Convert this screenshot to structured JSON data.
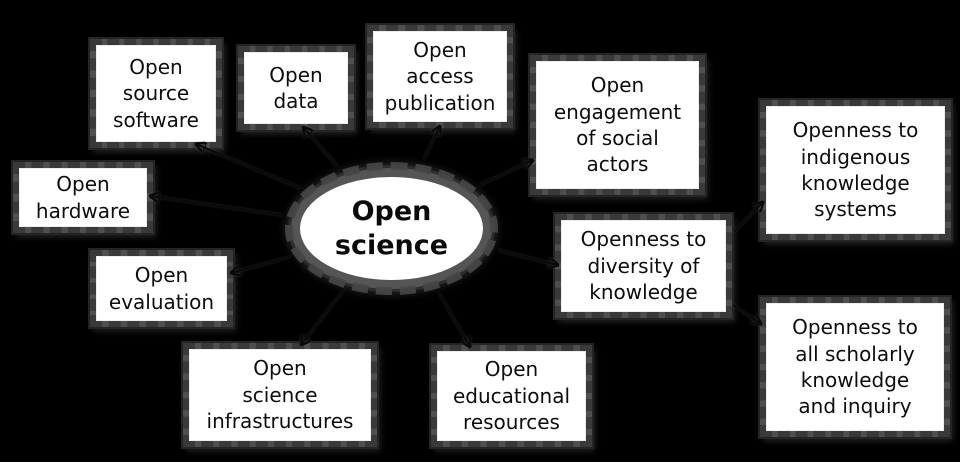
{
  "colors": {
    "background": "#000000",
    "box_fill": "#ffffff",
    "box_border": "#4f4f4f",
    "text": "#0d0d0d",
    "arrow": "#0a0a0a"
  },
  "center": {
    "id": "open-science",
    "label": "Open\nscience"
  },
  "nodes": [
    {
      "id": "open-source-software",
      "label": "Open\nsource\nsoftware"
    },
    {
      "id": "open-data",
      "label": "Open\ndata"
    },
    {
      "id": "open-access-publication",
      "label": "Open\naccess\npublication"
    },
    {
      "id": "open-engagement",
      "label": "Open\nengagement\nof social\nactors"
    },
    {
      "id": "openness-indigenous",
      "label": "Openness to\nindigenous\nknowledge\nsystems"
    },
    {
      "id": "open-hardware",
      "label": "Open\nhardware"
    },
    {
      "id": "openness-diversity",
      "label": "Openness to\ndiversity of\nknowledge"
    },
    {
      "id": "open-evaluation",
      "label": "Open\nevaluation"
    },
    {
      "id": "openness-all-scholarly",
      "label": "Openness to\nall scholarly\nknowledge\nand inquiry"
    },
    {
      "id": "open-science-infrastructures",
      "label": "Open\nscience\ninfrastructures"
    },
    {
      "id": "open-educational-resources",
      "label": "Open\neducational\nresources"
    }
  ],
  "edges": [
    {
      "from": "open-science",
      "to": "open-source-software"
    },
    {
      "from": "open-science",
      "to": "open-data"
    },
    {
      "from": "open-science",
      "to": "open-access-publication"
    },
    {
      "from": "open-science",
      "to": "open-engagement"
    },
    {
      "from": "open-science",
      "to": "open-hardware"
    },
    {
      "from": "open-science",
      "to": "openness-diversity"
    },
    {
      "from": "open-science",
      "to": "open-evaluation"
    },
    {
      "from": "open-science",
      "to": "open-science-infrastructures"
    },
    {
      "from": "open-science",
      "to": "open-educational-resources"
    },
    {
      "from": "openness-diversity",
      "to": "openness-indigenous"
    },
    {
      "from": "openness-diversity",
      "to": "openness-all-scholarly"
    }
  ]
}
